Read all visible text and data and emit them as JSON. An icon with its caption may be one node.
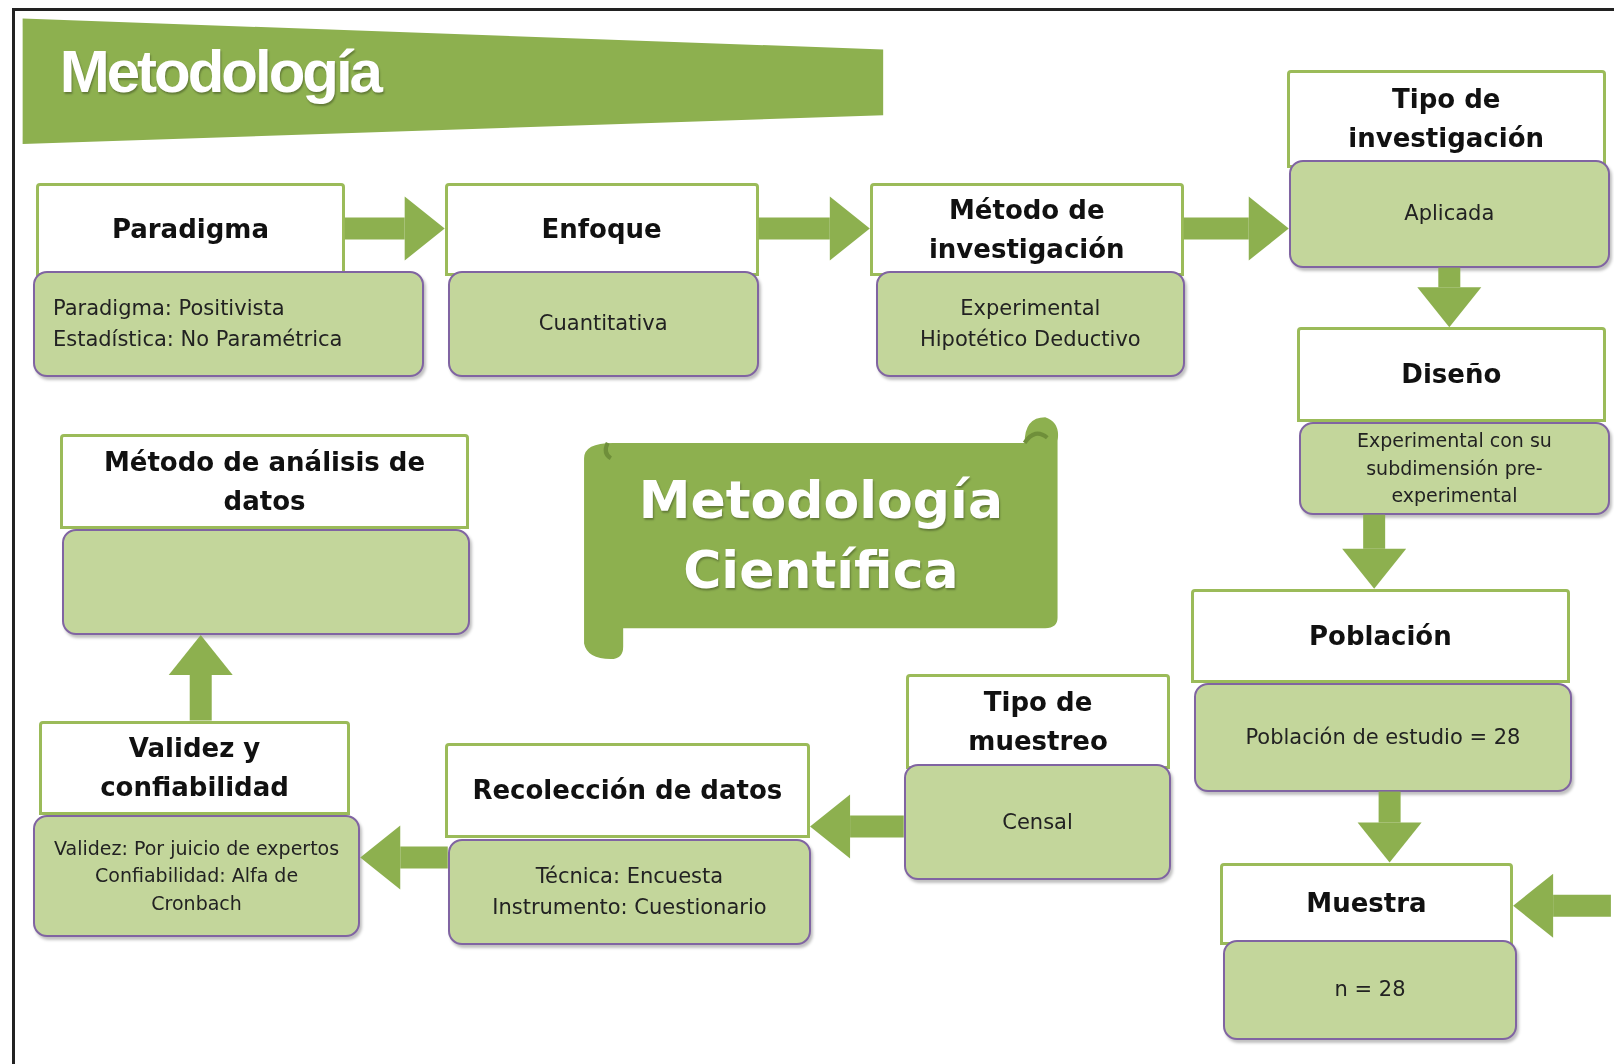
{
  "diagram": {
    "title": "Metodología",
    "nodes": [
      {
        "text": [
          "Paradigma",
          "Paradigma: Positivista",
          "Estadística: No Paramétrica"
        ]
      },
      {
        "text": [
          "Enfoque",
          "Cuantitativa"
        ]
      },
      {
        "text": [
          "Método de investigación",
          "Experimental",
          "Hipotético Deductivo"
        ]
      },
      {
        "text": [
          "Tipo de investigación",
          "Aplicada"
        ]
      },
      {
        "text": [
          "Diseño",
          "Experimental con su subdimensión pre-experimental"
        ]
      },
      {
        "text": [
          "Población",
          "Población de estudio = 28"
        ]
      },
      {
        "text": [
          "Muestra",
          "n = 28"
        ]
      },
      {
        "text": [
          "Tipo de muestreo",
          "Censal"
        ]
      },
      {
        "text": [
          "Recolección de datos",
          "Técnica: Encuesta",
          "Instrumento: Cuestionario"
        ]
      },
      {
        "text": [
          "Validez y confiabilidad",
          "Validez: Por juicio de expertos",
          "Confiabilidad: Alfa de Cronbach"
        ]
      },
      {
        "text": [
          "Método de análisis de datos"
        ]
      },
      {
        "text": [
          "Metodología Científica"
        ]
      }
    ],
    "edges": [
      {
        "from": 0,
        "to": 1,
        "arrow": "to"
      },
      {
        "from": 1,
        "to": 2,
        "arrow": "to"
      },
      {
        "from": 2,
        "to": 3,
        "arrow": "to"
      },
      {
        "from": 3,
        "to": 4,
        "arrow": "to"
      },
      {
        "from": 4,
        "to": 5,
        "arrow": "to"
      },
      {
        "from": 5,
        "to": 6,
        "arrow": "to"
      },
      {
        "from": null,
        "to": 6,
        "arrow": "to"
      },
      {
        "from": 7,
        "to": 8,
        "arrow": "to"
      },
      {
        "from": 8,
        "to": 9,
        "arrow": "to"
      },
      {
        "from": 9,
        "to": 10,
        "arrow": "to"
      }
    ]
  }
}
